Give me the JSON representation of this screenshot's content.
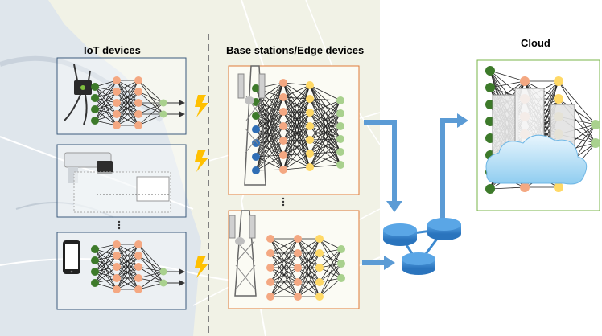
{
  "labels": {
    "iot": "IoT devices",
    "edge": "Base stations/Edge devices",
    "cloud": "Cloud"
  },
  "colors": {
    "map_bg": "#dfe6ec",
    "map_highlight": "#f5f3e5",
    "iot_box_stroke": "#3b5a7c",
    "edge_box_stroke": "#e07b39",
    "cloud_box_stroke": "#7ab648",
    "node_dark_green": "#3d7a2a",
    "node_salmon": "#f4a882",
    "node_light_green": "#a9d18e",
    "node_yellow": "#ffd966",
    "node_blue": "#2f6eb5",
    "arrow_blue": "#5b9bd5",
    "router_blue": "#3d8ad0",
    "lightning": "#ffc000"
  },
  "icons": [
    "iot-sensor-icon",
    "security-camera-icon",
    "smartphone-icon",
    "cell-tower-icon",
    "router-icon",
    "cloud-server-icon",
    "lightning-icon"
  ]
}
